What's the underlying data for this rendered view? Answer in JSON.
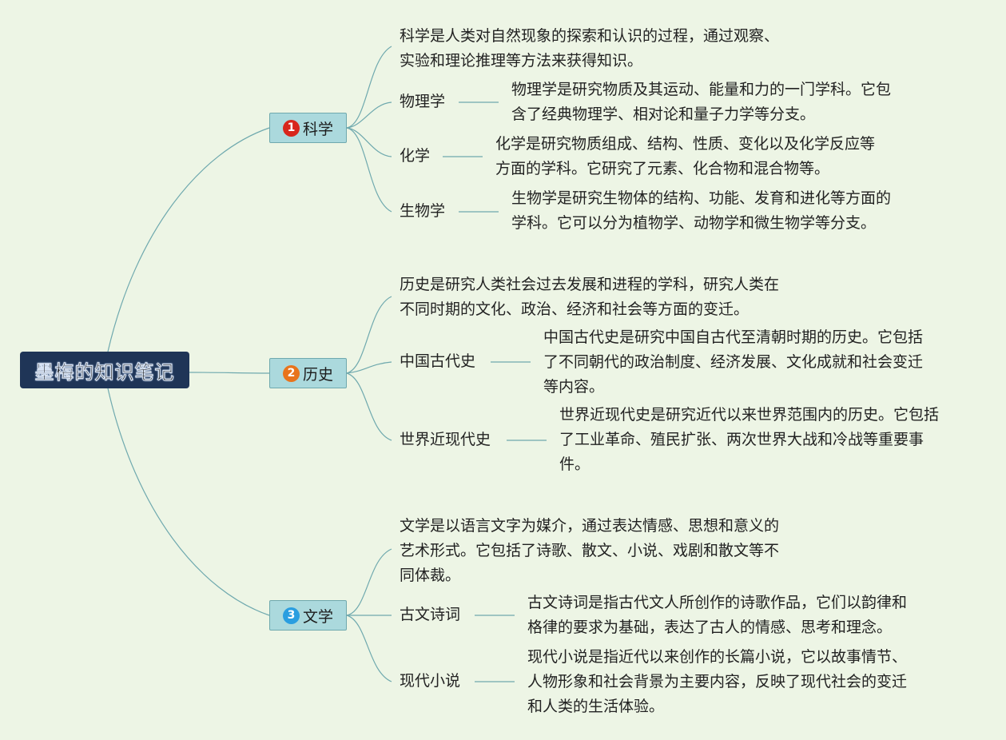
{
  "root": {
    "title": "墨梅的知识笔记"
  },
  "colors": {
    "background": "#edf5e5",
    "root_fill": "#1f3557",
    "topic_fill": "#abd9dd",
    "connector": "#6fa9ae",
    "badge_1": "#d8261c",
    "badge_2": "#e8741c",
    "badge_3": "#2a9ee0"
  },
  "topics": [
    {
      "badge": "1",
      "label": "科学",
      "summary": [
        "科学是人类对自然现象的探索和认识的过程，通过观察、",
        "实验和理论推理等方法来获得知识。"
      ],
      "children": [
        {
          "label": "物理学",
          "desc": [
            "物理学是研究物质及其运动、能量和力的一门学科。它包",
            "含了经典物理学、相对论和量子力学等分支。"
          ]
        },
        {
          "label": "化学",
          "desc": [
            "化学是研究物质组成、结构、性质、变化以及化学反应等",
            "方面的学科。它研究了元素、化合物和混合物等。"
          ]
        },
        {
          "label": "生物学",
          "desc": [
            "生物学是研究生物体的结构、功能、发育和进化等方面的",
            "学科。它可以分为植物学、动物学和微生物学等分支。"
          ]
        }
      ]
    },
    {
      "badge": "2",
      "label": "历史",
      "summary": [
        "历史是研究人类社会过去发展和进程的学科，研究人类在",
        "不同时期的文化、政治、经济和社会等方面的变迁。"
      ],
      "children": [
        {
          "label": "中国古代史",
          "desc": [
            "中国古代史是研究中国自古代至清朝时期的历史。它包括",
            "了不同朝代的政治制度、经济发展、文化成就和社会变迁",
            "等内容。"
          ]
        },
        {
          "label": "世界近现代史",
          "desc": [
            "世界近现代史是研究近代以来世界范围内的历史。它包括",
            "了工业革命、殖民扩张、两次世界大战和冷战等重要事",
            "件。"
          ]
        }
      ]
    },
    {
      "badge": "3",
      "label": "文学",
      "summary": [
        "文学是以语言文字为媒介，通过表达情感、思想和意义的",
        "艺术形式。它包括了诗歌、散文、小说、戏剧和散文等不",
        "同体裁。"
      ],
      "children": [
        {
          "label": "古文诗词",
          "desc": [
            "古文诗词是指古代文人所创作的诗歌作品，它们以韵律和",
            "格律的要求为基础，表达了古人的情感、思考和理念。"
          ]
        },
        {
          "label": "现代小说",
          "desc": [
            "现代小说是指近代以来创作的长篇小说，它以故事情节、",
            "人物形象和社会背景为主要内容，反映了现代社会的变迁",
            "和人类的生活体验。"
          ]
        }
      ]
    }
  ]
}
